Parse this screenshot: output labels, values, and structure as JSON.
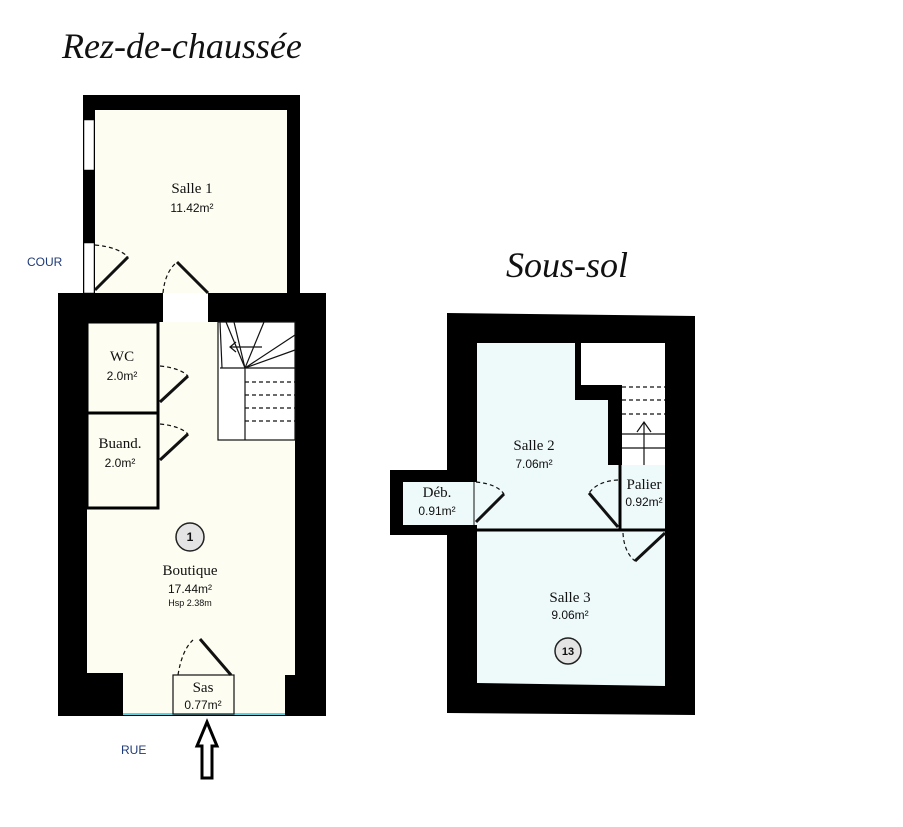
{
  "ground_floor": {
    "title": "Rez-de-chaussée",
    "labels": {
      "cour": "COUR",
      "rue": "RUE"
    },
    "rooms": [
      {
        "name": "Salle 1",
        "area": "11.42m²"
      },
      {
        "name": "WC",
        "area": "2.0m²"
      },
      {
        "name": "Buand.",
        "area": "2.0m²"
      },
      {
        "name": "Boutique",
        "area": "17.44m²",
        "height": "Hsp 2.38m",
        "number": "1"
      },
      {
        "name": "Sas",
        "area": "0.77m²"
      }
    ]
  },
  "basement": {
    "title": "Sous-sol",
    "rooms": [
      {
        "name": "Salle 2",
        "area": "7.06m²"
      },
      {
        "name": "Déb.",
        "area": "0.91m²"
      },
      {
        "name": "Palier",
        "area": "0.92m²"
      },
      {
        "name": "Salle 3",
        "area": "9.06m²",
        "number": "13"
      }
    ]
  },
  "colors": {
    "ground_fill": "#fdfdf1",
    "basement_fill": "#eef9fa",
    "wall": "#000000",
    "label": "#1f3a78"
  }
}
